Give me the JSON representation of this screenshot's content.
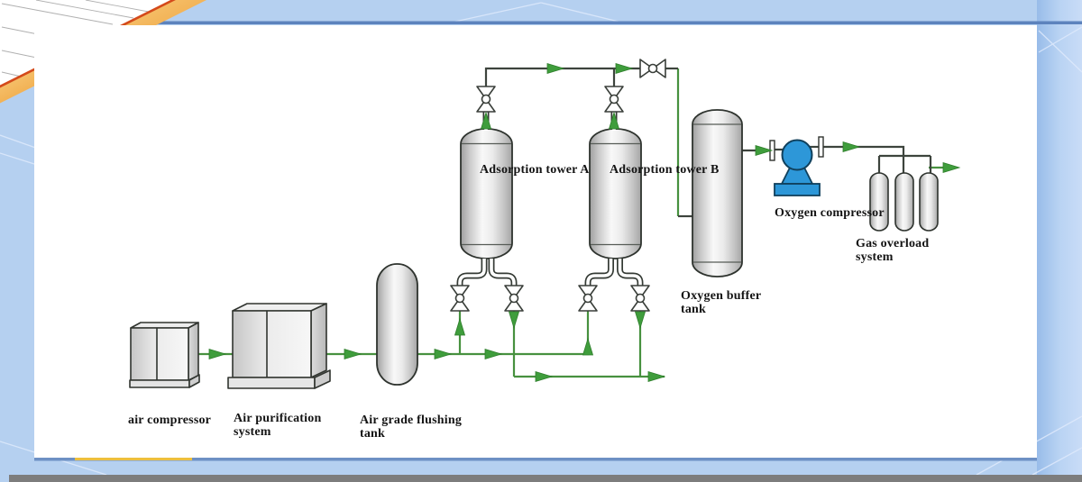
{
  "slide": {
    "labels": {
      "air_compressor": "air compressor",
      "air_purification_line1": "Air purification",
      "air_purification_line2": "system",
      "flushing_tank_line1": "Air grade flushing",
      "flushing_tank_line2": "tank",
      "tower_a": "Adsorption tower A",
      "tower_b": "Adsorption tower B",
      "buffer_tank_line1": "Oxygen buffer",
      "buffer_tank_line2": "tank",
      "oxygen_compressor": "Oxygen compressor",
      "gas_overload_line1": "Gas overload",
      "gas_overload_line2": "system"
    },
    "colors": {
      "pipe_green": "#47913f",
      "arrow_green": "#3f9d3c",
      "pipe_dark": "#3d443d",
      "compressor_blue": "#2d97d8",
      "background_blue": "#b5d0f0",
      "stripe_orange": "#f2a94c",
      "stripe_red_edge": "#d44a1a",
      "bottom_bar_gray": "#7d7d7d",
      "vessel_gray": "#d9d9d9",
      "outline_dark": "#343a34"
    }
  }
}
